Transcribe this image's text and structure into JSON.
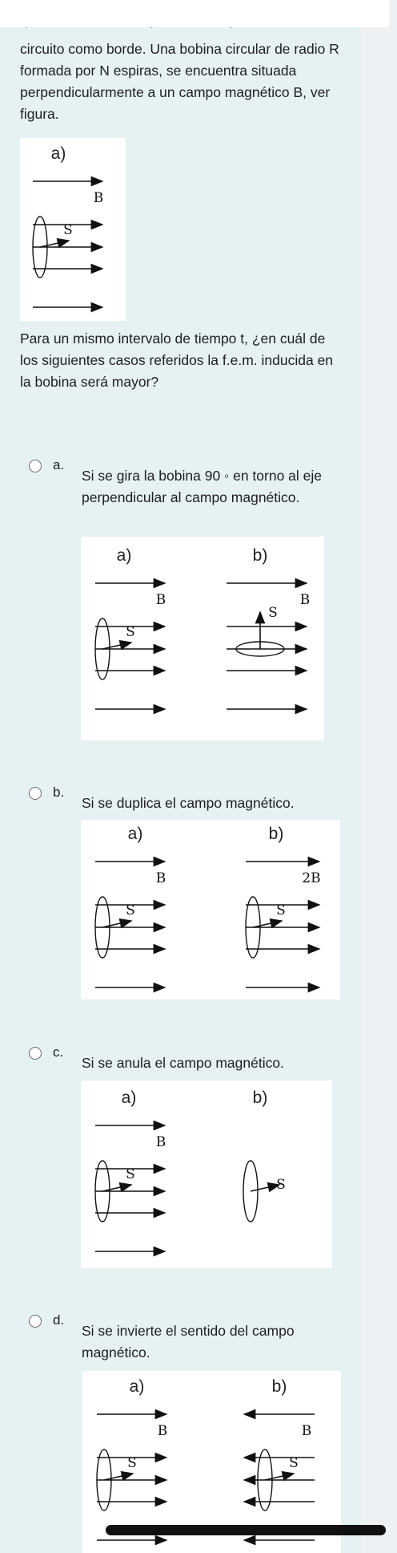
{
  "question": {
    "partial_line": "que atraviesa una superficie cualquiera con el",
    "intro": "circuito como borde. Una bobina circular de radio R formada por N espiras, se encuentra situada perpendicularmente a un campo magnético B, ver figura.",
    "prompt": "Para un mismo intervalo de tiempo t, ¿en cuál de los siguientes casos referidos la f.e.m. inducida en la bobina será mayor?",
    "figure": {
      "label": "a)",
      "field_label": "B",
      "surface_label": "S"
    }
  },
  "options": [
    {
      "letter": "a.",
      "text": "Si se gira la bobina 90 ◦ en torno al eje perpendicular al campo magnético.",
      "fig_a": {
        "label": "a)",
        "field_label": "B",
        "surface_label": "S"
      },
      "fig_b": {
        "label": "b)",
        "field_label": "B",
        "surface_label": "S"
      }
    },
    {
      "letter": "b.",
      "text": "Si se duplica el campo magnético.",
      "fig_a": {
        "label": "a)",
        "field_label": "B",
        "surface_label": "S"
      },
      "fig_b": {
        "label": "b)",
        "field_label": "2B",
        "surface_label": "S"
      }
    },
    {
      "letter": "c.",
      "text": "Si se anula el campo magnético.",
      "fig_a": {
        "label": "a)",
        "field_label": "B",
        "surface_label": "S"
      },
      "fig_b": {
        "label": "b)",
        "surface_label": "S"
      }
    },
    {
      "letter": "d.",
      "text": "Si se invierte el sentido del campo magnético.",
      "fig_a": {
        "label": "a)",
        "field_label": "B",
        "surface_label": "S"
      },
      "fig_b": {
        "label": "b)",
        "field_label": "B",
        "surface_label": "S"
      }
    }
  ]
}
